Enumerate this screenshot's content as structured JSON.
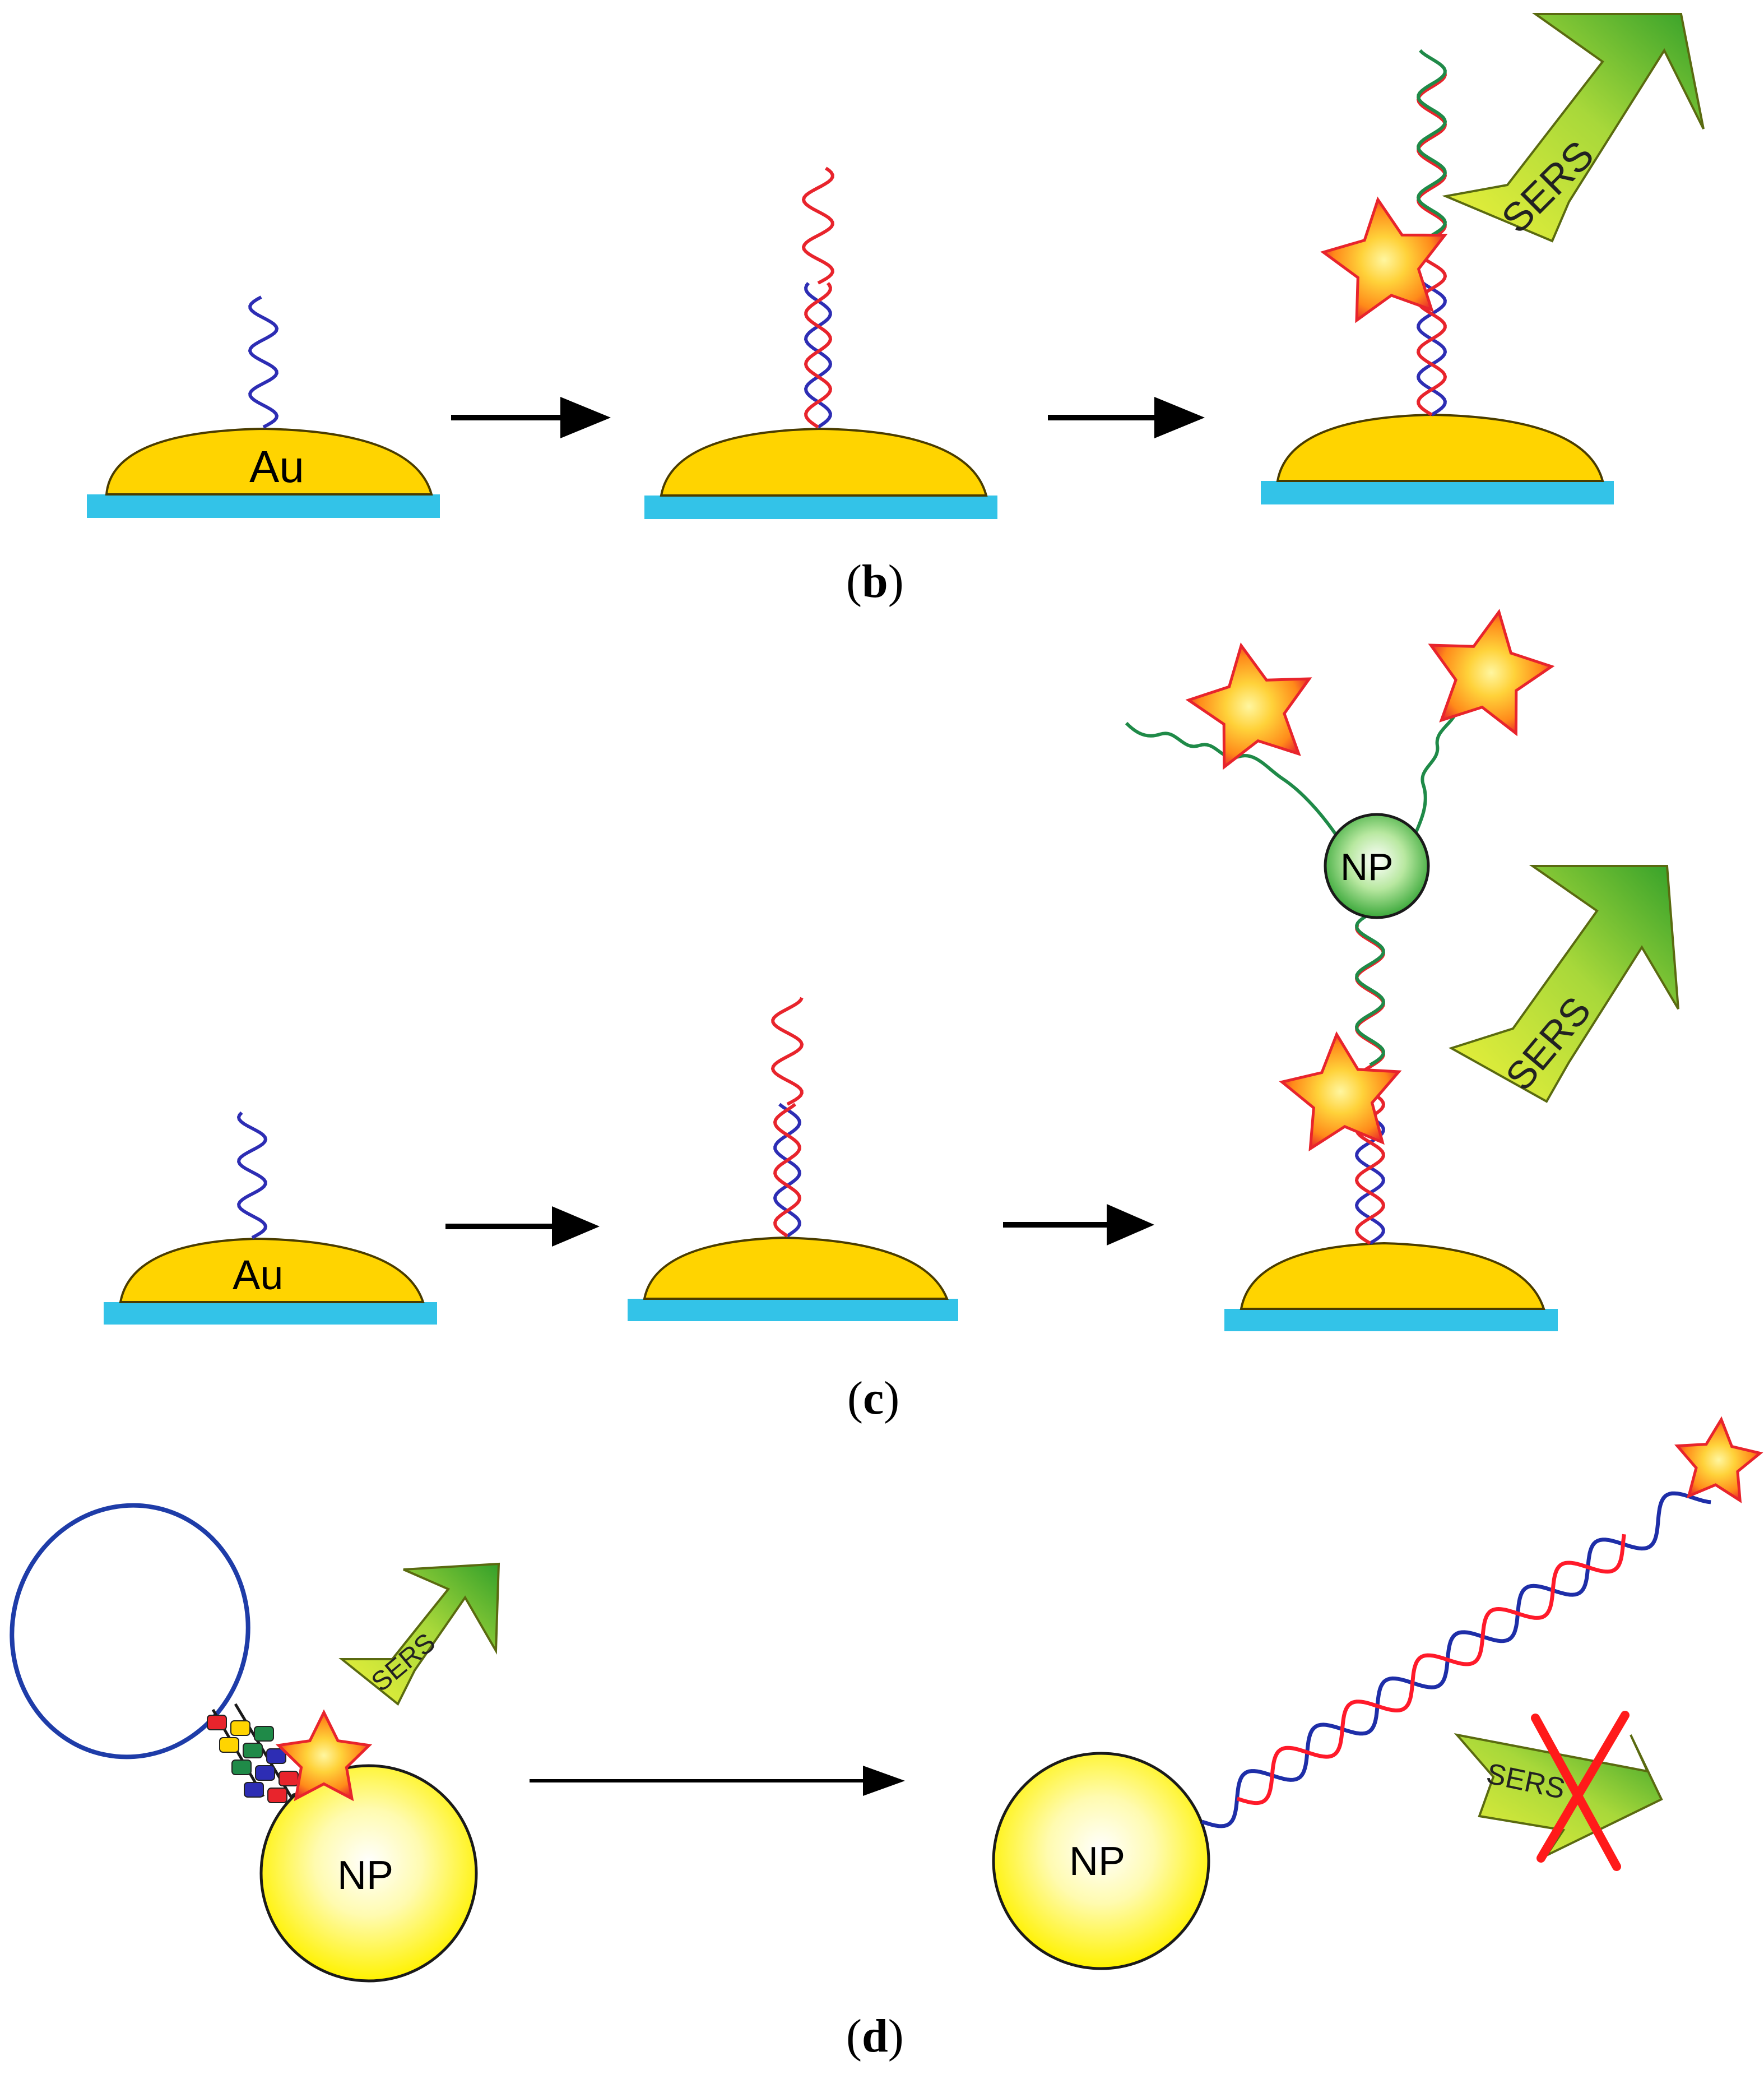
{
  "colors": {
    "gold": "#ffd400",
    "gold_edge": "#5a4a00",
    "substrate": "#33c3e8",
    "strand_probe": "#2d2db4",
    "strand_target": "#e8242c",
    "strand_reporter": "#1f8a48",
    "star_outer": "#e8242c",
    "star_inner": "#ffe23a",
    "arrow_green_dark": "#3aa32a",
    "arrow_green_light": "#e8f23a",
    "cross": "#ff1a1a"
  },
  "labels": {
    "au": "Au",
    "np": "NP",
    "sers": "SERS"
  },
  "panels": [
    {
      "id": "b",
      "caption": "b"
    },
    {
      "id": "c",
      "caption": "c"
    },
    {
      "id": "d",
      "caption": "d"
    }
  ]
}
